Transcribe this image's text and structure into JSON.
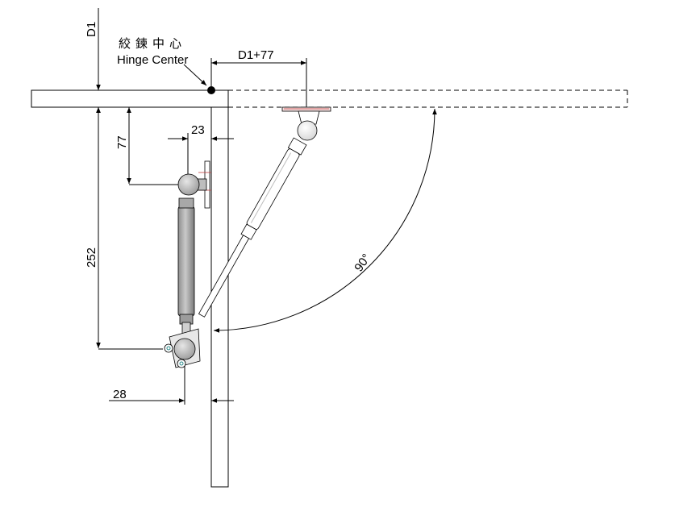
{
  "labels": {
    "d1": "D1",
    "hinge_chinese": "絞鍊中心",
    "hinge_english": "Hinge Center",
    "d1_plus_77": "D1+77",
    "dim_23": "23",
    "dim_77": "77",
    "dim_252": "252",
    "dim_28": "28",
    "angle": "90°"
  }
}
